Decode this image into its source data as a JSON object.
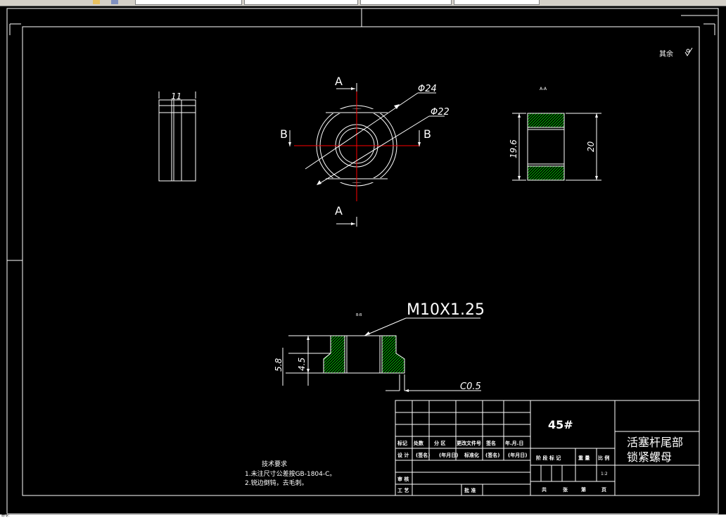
{
  "app": {
    "status_text": "命令:"
  },
  "views": {
    "side_width": "11",
    "section_aa_label": "A-A",
    "section_bb_label": "B-B",
    "cut_a": "A",
    "cut_b": "B",
    "dia_outer": "Φ24",
    "dia_inner": "Φ22",
    "height_left": "19.6",
    "height_right": "20",
    "thread": "M10X1.25",
    "chamfer": "C0.5",
    "dim_58": "5.8",
    "dim_45": "4.5"
  },
  "roughness": {
    "label": "其余"
  },
  "notes": {
    "title": "技术要求",
    "lines": [
      "1.未注尺寸公差按GB-1804-C。",
      "2.锐边倒钝，去毛刺。"
    ]
  },
  "title_block": {
    "material": "45#",
    "part_name_line1": "活塞杆尾部",
    "part_name_line2": "锁紧螺母",
    "rev_headers": [
      "标记",
      "处数",
      "分 区",
      "更改文件号",
      "签名",
      "年.月.日"
    ],
    "design_row": [
      "设 计",
      "(签名)",
      "(年月日)",
      "标准化",
      "(签名)",
      "(年月日)"
    ],
    "review": "审 核",
    "process": "工 艺",
    "approve": "批 准",
    "stage_headers": [
      "阶 段 标 记",
      "重 量",
      "比 例"
    ],
    "scale": "1:2",
    "sheets": [
      "共",
      "张",
      "第",
      "页"
    ]
  },
  "colors": {
    "background": "#000000",
    "line": "#ffffff",
    "centerline": "#ff0000",
    "hatch": "#00c000"
  }
}
